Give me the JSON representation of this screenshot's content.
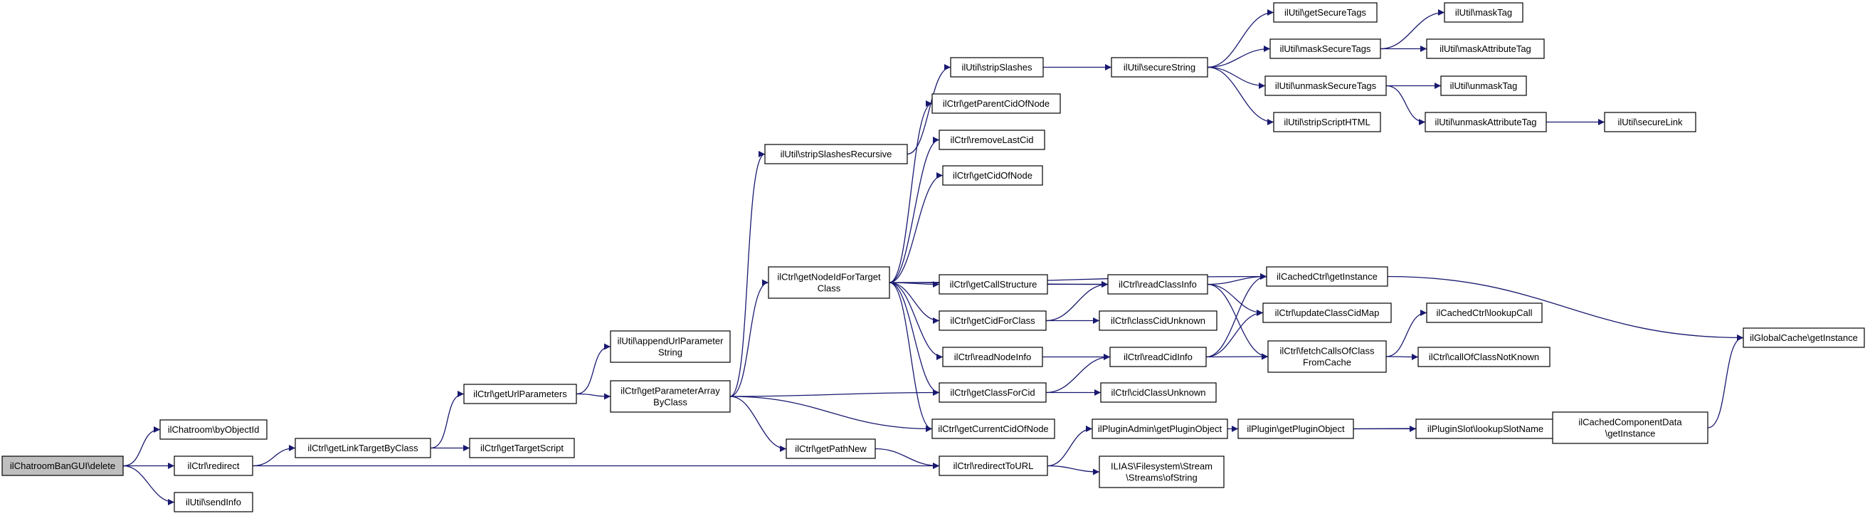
{
  "diagram": {
    "nodes": [
      {
        "id": "root",
        "lines": [
          "ilChatroomBanGUI\\delete"
        ],
        "root": true
      },
      {
        "id": "byObjectId",
        "lines": [
          "ilChatroom\\byObjectId"
        ]
      },
      {
        "id": "redirect",
        "lines": [
          "ilCtrl\\redirect"
        ]
      },
      {
        "id": "sendInfo",
        "lines": [
          "ilUtil\\sendInfo"
        ]
      },
      {
        "id": "getLinkTargetByClass",
        "lines": [
          "ilCtrl\\getLinkTargetByClass"
        ]
      },
      {
        "id": "getUrlParameters",
        "lines": [
          "ilCtrl\\getUrlParameters"
        ]
      },
      {
        "id": "getTargetScript",
        "lines": [
          "ilCtrl\\getTargetScript"
        ]
      },
      {
        "id": "appendUrlParameterString",
        "lines": [
          "ilUtil\\appendUrlParameter",
          "String"
        ]
      },
      {
        "id": "getParameterArrayByClass",
        "lines": [
          "ilCtrl\\getParameterArray",
          "ByClass"
        ]
      },
      {
        "id": "stripSlashesRecursive",
        "lines": [
          "ilUtil\\stripSlashesRecursive"
        ]
      },
      {
        "id": "getNodeIdForTargetClass",
        "lines": [
          "ilCtrl\\getNodeIdForTarget",
          "Class"
        ]
      },
      {
        "id": "getPathNew",
        "lines": [
          "ilCtrl\\getPathNew"
        ]
      },
      {
        "id": "stripSlashes",
        "lines": [
          "ilUtil\\stripSlashes"
        ]
      },
      {
        "id": "getParentCidOfNode",
        "lines": [
          "ilCtrl\\getParentCidOfNode"
        ]
      },
      {
        "id": "removeLastCid",
        "lines": [
          "ilCtrl\\removeLastCid"
        ]
      },
      {
        "id": "getCidOfNode",
        "lines": [
          "ilCtrl\\getCidOfNode"
        ]
      },
      {
        "id": "getCallStructure",
        "lines": [
          "ilCtrl\\getCallStructure"
        ]
      },
      {
        "id": "getCidForClass",
        "lines": [
          "ilCtrl\\getCidForClass"
        ]
      },
      {
        "id": "readNodeInfo",
        "lines": [
          "ilCtrl\\readNodeInfo"
        ]
      },
      {
        "id": "getClassForCid",
        "lines": [
          "ilCtrl\\getClassForCid"
        ]
      },
      {
        "id": "getCurrentCidOfNode",
        "lines": [
          "ilCtrl\\getCurrentCidOfNode"
        ]
      },
      {
        "id": "redirectToURL",
        "lines": [
          "ilCtrl\\redirectToURL"
        ]
      },
      {
        "id": "secureString",
        "lines": [
          "ilUtil\\secureString"
        ]
      },
      {
        "id": "readClassInfo",
        "lines": [
          "ilCtrl\\readClassInfo"
        ]
      },
      {
        "id": "classCidUnknown",
        "lines": [
          "ilCtrl\\classCidUnknown"
        ]
      },
      {
        "id": "readCidInfo",
        "lines": [
          "ilCtrl\\readCidInfo"
        ]
      },
      {
        "id": "cidClassUnknown",
        "lines": [
          "ilCtrl\\cidClassUnknown"
        ]
      },
      {
        "id": "getPluginObjectAdmin",
        "lines": [
          "ilPluginAdmin\\getPluginObject"
        ]
      },
      {
        "id": "ofString",
        "lines": [
          "ILIAS\\Filesystem\\Stream",
          "\\Streams\\ofString"
        ]
      },
      {
        "id": "getSecureTags",
        "lines": [
          "ilUtil\\getSecureTags"
        ]
      },
      {
        "id": "maskSecureTags",
        "lines": [
          "ilUtil\\maskSecureTags"
        ]
      },
      {
        "id": "unmaskSecureTags",
        "lines": [
          "ilUtil\\unmaskSecureTags"
        ]
      },
      {
        "id": "stripScriptHTML",
        "lines": [
          "ilUtil\\stripScriptHTML"
        ]
      },
      {
        "id": "cachedCtrlGetInstance",
        "lines": [
          "ilCachedCtrl\\getInstance"
        ]
      },
      {
        "id": "updateClassCidMap",
        "lines": [
          "ilCtrl\\updateClassCidMap"
        ]
      },
      {
        "id": "fetchCallsOfClassFromCache",
        "lines": [
          "ilCtrl\\fetchCallsOfClass",
          "FromCache"
        ]
      },
      {
        "id": "pluginGetPluginObject",
        "lines": [
          "ilPlugin\\getPluginObject"
        ]
      },
      {
        "id": "maskTag",
        "lines": [
          "ilUtil\\maskTag"
        ]
      },
      {
        "id": "maskAttributeTag",
        "lines": [
          "ilUtil\\maskAttributeTag"
        ]
      },
      {
        "id": "unmaskTag",
        "lines": [
          "ilUtil\\unmaskTag"
        ]
      },
      {
        "id": "unmaskAttributeTag",
        "lines": [
          "ilUtil\\unmaskAttributeTag"
        ]
      },
      {
        "id": "lookupCall",
        "lines": [
          "ilCachedCtrl\\lookupCall"
        ]
      },
      {
        "id": "callOfClassNotKnown",
        "lines": [
          "ilCtrl\\callOfClassNotKnown"
        ]
      },
      {
        "id": "lookupSlotName",
        "lines": [
          "ilPluginSlot\\lookupSlotName"
        ]
      },
      {
        "id": "secureLink",
        "lines": [
          "ilUtil\\secureLink"
        ]
      },
      {
        "id": "cachedComponentData",
        "lines": [
          "ilCachedComponentData",
          "\\getInstance"
        ]
      },
      {
        "id": "globalCache",
        "lines": [
          "ilGlobalCache\\getInstance"
        ]
      }
    ],
    "edges": [
      [
        "root",
        "byObjectId"
      ],
      [
        "root",
        "redirect"
      ],
      [
        "root",
        "sendInfo"
      ],
      [
        "redirect",
        "getLinkTargetByClass"
      ],
      [
        "redirect",
        "redirectToURL"
      ],
      [
        "getLinkTargetByClass",
        "getUrlParameters"
      ],
      [
        "getLinkTargetByClass",
        "getTargetScript"
      ],
      [
        "getUrlParameters",
        "appendUrlParameterString"
      ],
      [
        "getUrlParameters",
        "getParameterArrayByClass"
      ],
      [
        "getParameterArrayByClass",
        "stripSlashesRecursive"
      ],
      [
        "getParameterArrayByClass",
        "getNodeIdForTargetClass"
      ],
      [
        "getParameterArrayByClass",
        "getClassForCid"
      ],
      [
        "getParameterArrayByClass",
        "getCurrentCidOfNode"
      ],
      [
        "getParameterArrayByClass",
        "getPathNew"
      ],
      [
        "stripSlashesRecursive",
        "stripSlashes"
      ],
      [
        "stripSlashes",
        "secureString"
      ],
      [
        "secureString",
        "getSecureTags"
      ],
      [
        "secureString",
        "maskSecureTags"
      ],
      [
        "secureString",
        "unmaskSecureTags"
      ],
      [
        "secureString",
        "stripScriptHTML"
      ],
      [
        "maskSecureTags",
        "maskTag"
      ],
      [
        "maskSecureTags",
        "maskAttributeTag"
      ],
      [
        "unmaskSecureTags",
        "unmaskTag"
      ],
      [
        "unmaskSecureTags",
        "unmaskAttributeTag"
      ],
      [
        "unmaskAttributeTag",
        "secureLink"
      ],
      [
        "getNodeIdForTargetClass",
        "getParentCidOfNode"
      ],
      [
        "getNodeIdForTargetClass",
        "removeLastCid"
      ],
      [
        "getNodeIdForTargetClass",
        "getCidOfNode"
      ],
      [
        "getNodeIdForTargetClass",
        "getCallStructure"
      ],
      [
        "getNodeIdForTargetClass",
        "getCidForClass"
      ],
      [
        "getNodeIdForTargetClass",
        "readNodeInfo"
      ],
      [
        "getNodeIdForTargetClass",
        "getClassForCid"
      ],
      [
        "getNodeIdForTargetClass",
        "getCurrentCidOfNode"
      ],
      [
        "getNodeIdForTargetClass",
        "readClassInfo"
      ],
      [
        "getNodeIdForTargetClass",
        "cachedCtrlGetInstance"
      ],
      [
        "getCallStructure",
        "readClassInfo"
      ],
      [
        "getCidForClass",
        "readClassInfo"
      ],
      [
        "getCidForClass",
        "classCidUnknown"
      ],
      [
        "readNodeInfo",
        "readCidInfo"
      ],
      [
        "getClassForCid",
        "readCidInfo"
      ],
      [
        "getClassForCid",
        "cidClassUnknown"
      ],
      [
        "readClassInfo",
        "cachedCtrlGetInstance"
      ],
      [
        "readClassInfo",
        "updateClassCidMap"
      ],
      [
        "readClassInfo",
        "fetchCallsOfClassFromCache"
      ],
      [
        "readCidInfo",
        "cachedCtrlGetInstance"
      ],
      [
        "readCidInfo",
        "updateClassCidMap"
      ],
      [
        "readCidInfo",
        "fetchCallsOfClassFromCache"
      ],
      [
        "fetchCallsOfClassFromCache",
        "lookupCall"
      ],
      [
        "fetchCallsOfClassFromCache",
        "callOfClassNotKnown"
      ],
      [
        "cachedCtrlGetInstance",
        "globalCache"
      ],
      [
        "getPathNew",
        "redirectToURL"
      ],
      [
        "redirectToURL",
        "getPluginObjectAdmin"
      ],
      [
        "redirectToURL",
        "ofString"
      ],
      [
        "getPluginObjectAdmin",
        "pluginGetPluginObject"
      ],
      [
        "pluginGetPluginObject",
        "cachedComponentData"
      ],
      [
        "pluginGetPluginObject",
        "lookupSlotName"
      ],
      [
        "lookupSlotName",
        "cachedComponentData"
      ],
      [
        "cachedComponentData",
        "globalCache"
      ]
    ],
    "colors": {
      "edge": "#191970",
      "root_fill": "#bfbfbf",
      "node_fill": "#ffffff",
      "border": "#000000"
    }
  }
}
